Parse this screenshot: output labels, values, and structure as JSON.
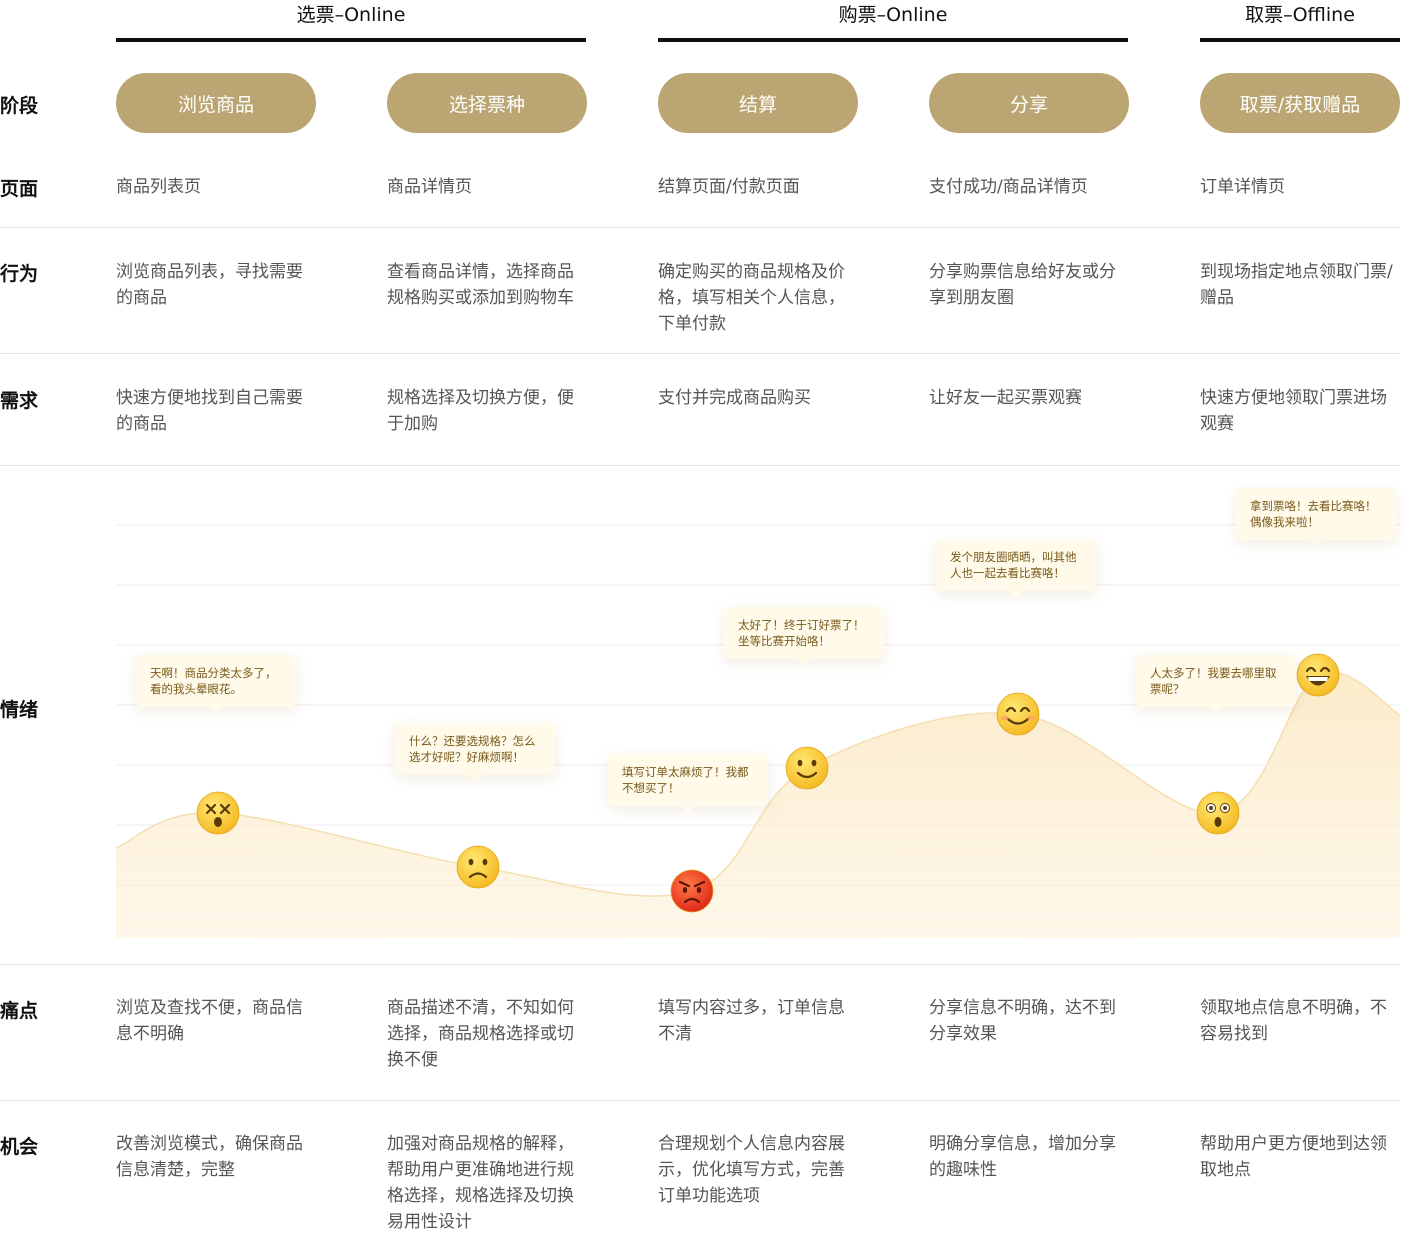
{
  "groups": [
    {
      "title": "选票–Online"
    },
    {
      "title": "购票–Online"
    },
    {
      "title": "取票–Offline"
    }
  ],
  "row_labels": {
    "stage": "阶段",
    "page": "页面",
    "behavior": "行为",
    "need": "需求",
    "emotion": "情绪",
    "pain": "痛点",
    "opportunity": "机会"
  },
  "columns": [
    {
      "stage": "浏览商品",
      "page": "商品列表页",
      "behavior": "浏览商品列表，寻找需要的商品",
      "need": "快速方便地找到自己需要的商品",
      "pain": "浏览及查找不便，商品信息不明确",
      "opportunity": "改善浏览模式，确保商品信息清楚，完整"
    },
    {
      "stage": "选择票种",
      "page": "商品详情页",
      "behavior": "查看商品详情，选择商品规格购买或添加到购物车",
      "need": "规格选择及切换方便，便于加购",
      "pain": "商品描述不清，不知如何选择，商品规格选择或切换不便",
      "opportunity": "加强对商品规格的解释，帮助用户更准确地进行规格选择，规格选择及切换易用性设计"
    },
    {
      "stage": "结算",
      "page": "结算页面/付款页面",
      "behavior": "确定购买的商品规格及价格，填写相关个人信息，下单付款",
      "need": "支付并完成商品购买",
      "pain": "填写内容过多，订单信息不清",
      "opportunity": "合理规划个人信息内容展示，优化填写方式，完善订单功能选项"
    },
    {
      "stage": "分享",
      "page": "支付成功/商品详情页",
      "behavior": "分享购票信息给好友或分享到朋友圈",
      "need": "让好友一起买票观赛",
      "pain": "分享信息不明确，达不到分享效果",
      "opportunity": "明确分享信息，增加分享的趣味性"
    },
    {
      "stage": "取票/获取赠品",
      "page": "订单详情页",
      "behavior": "到现场指定地点领取门票/赠品",
      "need": "快速方便地领取门票进场观赛",
      "pain": "领取地点信息不明确，不容易找到",
      "opportunity": "帮助用户更方便地到达领取地点"
    }
  ],
  "chart_data": {
    "type": "area",
    "title": "",
    "xlabel": "",
    "ylabel": "情绪",
    "grid": true,
    "ylim": [
      0,
      10
    ],
    "points": [
      {
        "emoji": "😵",
        "icon": "dizzy-face-icon",
        "text": "天啊！商品分类太多了，看的我头晕眼花。",
        "y": 4.9
      },
      {
        "emoji": "🙁",
        "icon": "frowning-face-icon",
        "text": "什么？还要选规格？怎么选才好呢？好麻烦啊！",
        "y": 3.1
      },
      {
        "emoji": "😡",
        "icon": "angry-face-icon",
        "text": "填写订单太麻烦了！我都不想买了！",
        "y": 2.3
      },
      {
        "emoji": "🙂",
        "icon": "slightly-smiling-face-icon",
        "text": "太好了！终于订好票了！坐等比赛开始咯！",
        "y": 6.4
      },
      {
        "emoji": "😊",
        "icon": "smiling-face-icon",
        "text": "发个朋友圈晒晒，叫其他人也一起去看比赛咯！",
        "y": 8.2
      },
      {
        "emoji": "😲",
        "icon": "astonished-face-icon",
        "text": "人太多了！我要去哪里取票呢？",
        "y": 4.9
      },
      {
        "emoji": "😄",
        "icon": "grinning-face-icon",
        "text": "拿到票咯！去看比赛咯！偶像我来啦！",
        "y": 9.5
      }
    ]
  },
  "colors": {
    "pill": "#bba673",
    "area_fill": "#fdf1d8",
    "bubble": "#fffaea"
  }
}
